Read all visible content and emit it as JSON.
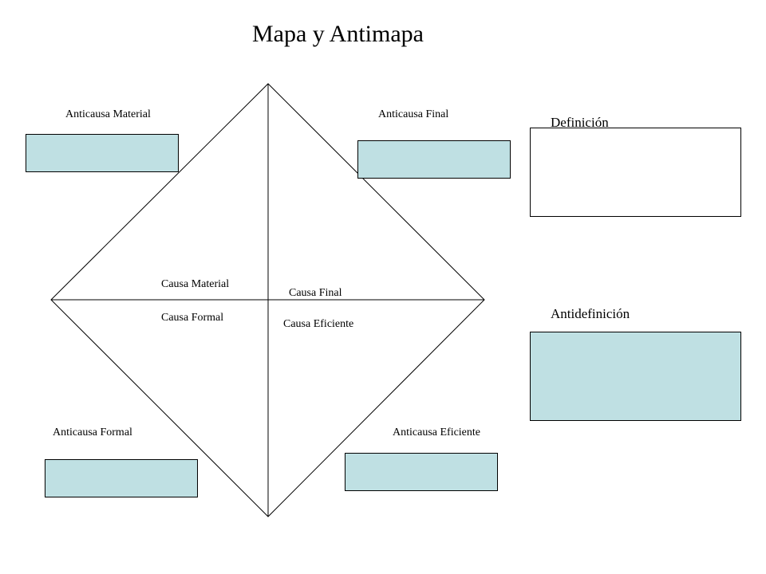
{
  "title": "Mapa y Antimapa",
  "quadrants": {
    "material": "Causa Material",
    "final": "Causa Final",
    "formal": "Causa Formal",
    "eficiente": "Causa Eficiente"
  },
  "anticausas": {
    "material": "Anticausa Material",
    "final": "Anticausa Final",
    "formal": "Anticausa Formal",
    "eficiente": "Anticausa Eficiente"
  },
  "panels": {
    "definicion": "Definición",
    "antidefinicion": "Antidefinición"
  },
  "colors": {
    "box_fill": "#bfe0e3",
    "line": "#000000"
  }
}
